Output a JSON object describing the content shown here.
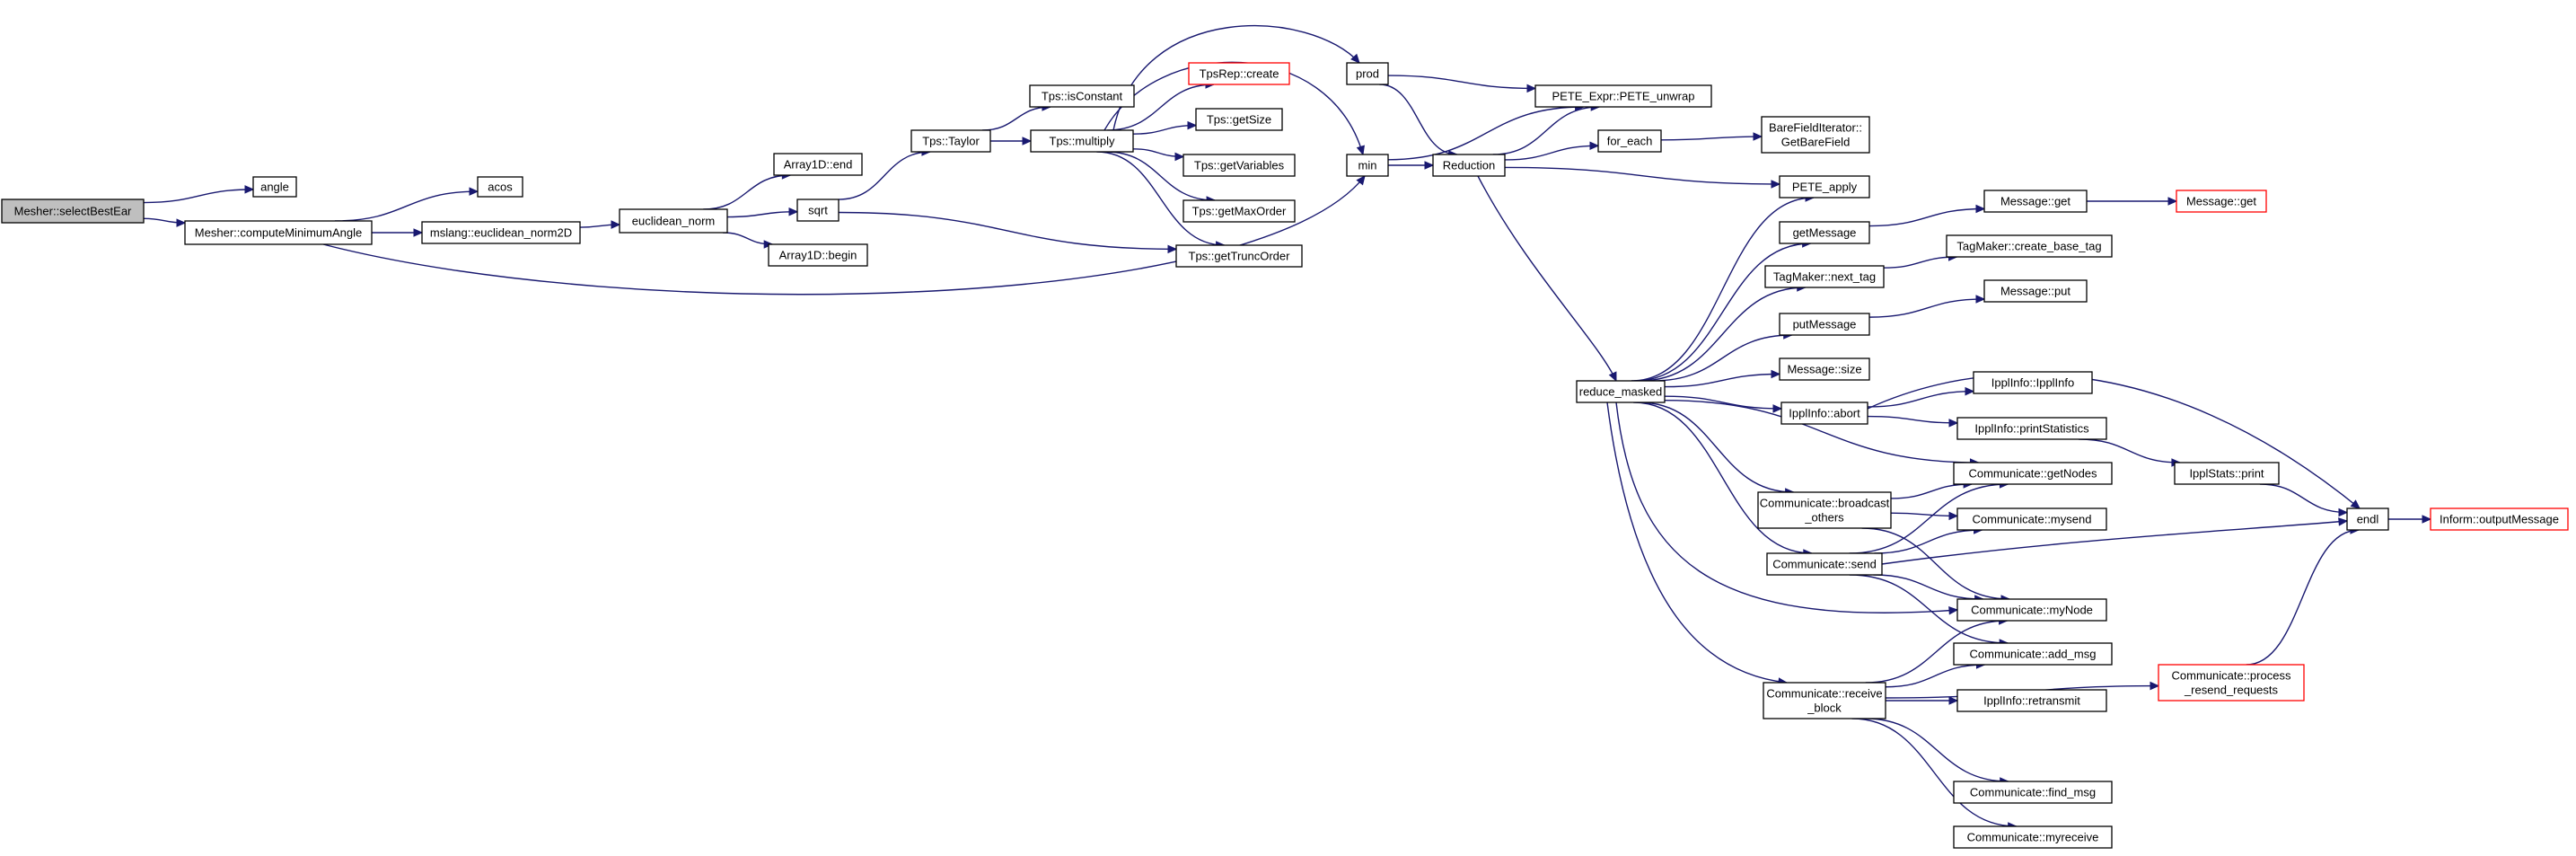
{
  "graph": {
    "nodes": {
      "selectBestEar": {
        "lines": [
          "Mesher::selectBestEar"
        ],
        "root": true
      },
      "angle": {
        "lines": [
          "angle"
        ]
      },
      "computeMinimumAngle": {
        "lines": [
          "Mesher::computeMinimumAngle"
        ]
      },
      "acos": {
        "lines": [
          "acos"
        ]
      },
      "euclidean_norm2D": {
        "lines": [
          "mslang::euclidean_norm2D"
        ]
      },
      "euclidean_norm": {
        "lines": [
          "euclidean_norm"
        ]
      },
      "array1d_end": {
        "lines": [
          "Array1D::end"
        ]
      },
      "sqrt": {
        "lines": [
          "sqrt"
        ]
      },
      "array1d_begin": {
        "lines": [
          "Array1D::begin"
        ]
      },
      "tps_taylor": {
        "lines": [
          "Tps::Taylor"
        ]
      },
      "tps_isConstant": {
        "lines": [
          "Tps::isConstant"
        ]
      },
      "tps_multiply": {
        "lines": [
          "Tps::multiply"
        ]
      },
      "tpsrep_create": {
        "lines": [
          "TpsRep::create"
        ],
        "red": true
      },
      "tps_getSize": {
        "lines": [
          "Tps::getSize"
        ]
      },
      "tps_getVariables": {
        "lines": [
          "Tps::getVariables"
        ]
      },
      "tps_getMaxOrder": {
        "lines": [
          "Tps::getMaxOrder"
        ]
      },
      "tps_getTruncOrder": {
        "lines": [
          "Tps::getTruncOrder"
        ]
      },
      "prod": {
        "lines": [
          "prod"
        ]
      },
      "min": {
        "lines": [
          "min"
        ]
      },
      "reduction": {
        "lines": [
          "Reduction"
        ]
      },
      "pete_unwrap": {
        "lines": [
          "PETE_Expr::PETE_unwrap"
        ]
      },
      "for_each": {
        "lines": [
          "for_each"
        ]
      },
      "barefield": {
        "lines": [
          "BareFieldIterator::",
          "GetBareField"
        ]
      },
      "pete_apply": {
        "lines": [
          "PETE_apply"
        ]
      },
      "reduce_masked": {
        "lines": [
          "reduce_masked"
        ]
      },
      "getMessage": {
        "lines": [
          "getMessage"
        ]
      },
      "message_get": {
        "lines": [
          "Message::get"
        ]
      },
      "message_get2": {
        "lines": [
          "Message::get"
        ],
        "red": true
      },
      "next_tag": {
        "lines": [
          "TagMaker::next_tag"
        ]
      },
      "create_base_tag": {
        "lines": [
          "TagMaker::create_base_tag"
        ]
      },
      "putMessage": {
        "lines": [
          "putMessage"
        ]
      },
      "message_put": {
        "lines": [
          "Message::put"
        ]
      },
      "message_size": {
        "lines": [
          "Message::size"
        ]
      },
      "ippl_abort": {
        "lines": [
          "IpplInfo::abort"
        ]
      },
      "ippl_ipplinfo": {
        "lines": [
          "IpplInfo::IpplInfo"
        ]
      },
      "ippl_printStatistics": {
        "lines": [
          "IpplInfo::printStatistics"
        ]
      },
      "getNodes": {
        "lines": [
          "Communicate::getNodes"
        ]
      },
      "broadcast_others": {
        "lines": [
          "Communicate::broadcast",
          "_others"
        ]
      },
      "mysend": {
        "lines": [
          "Communicate::mysend"
        ]
      },
      "ipplstats_print": {
        "lines": [
          "IpplStats::print"
        ]
      },
      "comm_send": {
        "lines": [
          "Communicate::send"
        ]
      },
      "endl": {
        "lines": [
          "endl"
        ]
      },
      "outputMessage": {
        "lines": [
          "Inform::outputMessage"
        ],
        "red": true
      },
      "myNode": {
        "lines": [
          "Communicate::myNode"
        ]
      },
      "add_msg": {
        "lines": [
          "Communicate::add_msg"
        ]
      },
      "process_resend": {
        "lines": [
          "Communicate::process",
          "_resend_requests"
        ],
        "red": true
      },
      "receive_block": {
        "lines": [
          "Communicate::receive",
          "_block"
        ]
      },
      "retransmit": {
        "lines": [
          "IpplInfo::retransmit"
        ]
      },
      "find_msg": {
        "lines": [
          "Communicate::find_msg"
        ]
      },
      "myreceive": {
        "lines": [
          "Communicate::myreceive"
        ]
      }
    },
    "edges": [
      [
        "selectBestEar",
        "angle"
      ],
      [
        "selectBestEar",
        "computeMinimumAngle"
      ],
      [
        "computeMinimumAngle",
        "acos"
      ],
      [
        "computeMinimumAngle",
        "euclidean_norm2D"
      ],
      [
        "computeMinimumAngle",
        "min"
      ],
      [
        "euclidean_norm2D",
        "euclidean_norm"
      ],
      [
        "euclidean_norm",
        "array1d_end"
      ],
      [
        "euclidean_norm",
        "sqrt"
      ],
      [
        "euclidean_norm",
        "array1d_begin"
      ],
      [
        "sqrt",
        "tps_taylor"
      ],
      [
        "sqrt",
        "tps_getTruncOrder"
      ],
      [
        "tps_taylor",
        "tps_isConstant"
      ],
      [
        "tps_taylor",
        "tps_multiply"
      ],
      [
        "tps_multiply",
        "tpsrep_create"
      ],
      [
        "tps_multiply",
        "tps_getSize"
      ],
      [
        "tps_multiply",
        "tps_getVariables"
      ],
      [
        "tps_multiply",
        "tps_getMaxOrder"
      ],
      [
        "tps_multiply",
        "tps_getTruncOrder"
      ],
      [
        "tps_multiply",
        "prod"
      ],
      [
        "tps_multiply",
        "min"
      ],
      [
        "prod",
        "pete_unwrap"
      ],
      [
        "prod",
        "reduction"
      ],
      [
        "min",
        "pete_unwrap"
      ],
      [
        "min",
        "reduction"
      ],
      [
        "reduction",
        "pete_unwrap"
      ],
      [
        "reduction",
        "for_each"
      ],
      [
        "reduction",
        "pete_apply"
      ],
      [
        "reduction",
        "reduce_masked"
      ],
      [
        "for_each",
        "barefield"
      ],
      [
        "reduce_masked",
        "pete_apply"
      ],
      [
        "reduce_masked",
        "getMessage"
      ],
      [
        "reduce_masked",
        "next_tag"
      ],
      [
        "reduce_masked",
        "putMessage"
      ],
      [
        "reduce_masked",
        "message_size"
      ],
      [
        "reduce_masked",
        "ippl_abort"
      ],
      [
        "reduce_masked",
        "getNodes"
      ],
      [
        "reduce_masked",
        "broadcast_others"
      ],
      [
        "reduce_masked",
        "comm_send"
      ],
      [
        "reduce_masked",
        "myNode"
      ],
      [
        "reduce_masked",
        "receive_block"
      ],
      [
        "getMessage",
        "message_get"
      ],
      [
        "message_get",
        "message_get2"
      ],
      [
        "next_tag",
        "create_base_tag"
      ],
      [
        "putMessage",
        "message_put"
      ],
      [
        "ippl_abort",
        "ippl_ipplinfo"
      ],
      [
        "ippl_abort",
        "ippl_printStatistics"
      ],
      [
        "ippl_abort",
        "endl"
      ],
      [
        "ippl_printStatistics",
        "ipplstats_print"
      ],
      [
        "ipplstats_print",
        "endl"
      ],
      [
        "broadcast_others",
        "getNodes"
      ],
      [
        "broadcast_others",
        "mysend"
      ],
      [
        "broadcast_others",
        "myNode"
      ],
      [
        "comm_send",
        "getNodes"
      ],
      [
        "comm_send",
        "mysend"
      ],
      [
        "comm_send",
        "endl"
      ],
      [
        "comm_send",
        "myNode"
      ],
      [
        "comm_send",
        "add_msg"
      ],
      [
        "endl",
        "outputMessage"
      ],
      [
        "receive_block",
        "myNode"
      ],
      [
        "receive_block",
        "add_msg"
      ],
      [
        "receive_block",
        "retransmit"
      ],
      [
        "receive_block",
        "process_resend"
      ],
      [
        "receive_block",
        "find_msg"
      ],
      [
        "receive_block",
        "myreceive"
      ],
      [
        "process_resend",
        "endl"
      ]
    ]
  }
}
